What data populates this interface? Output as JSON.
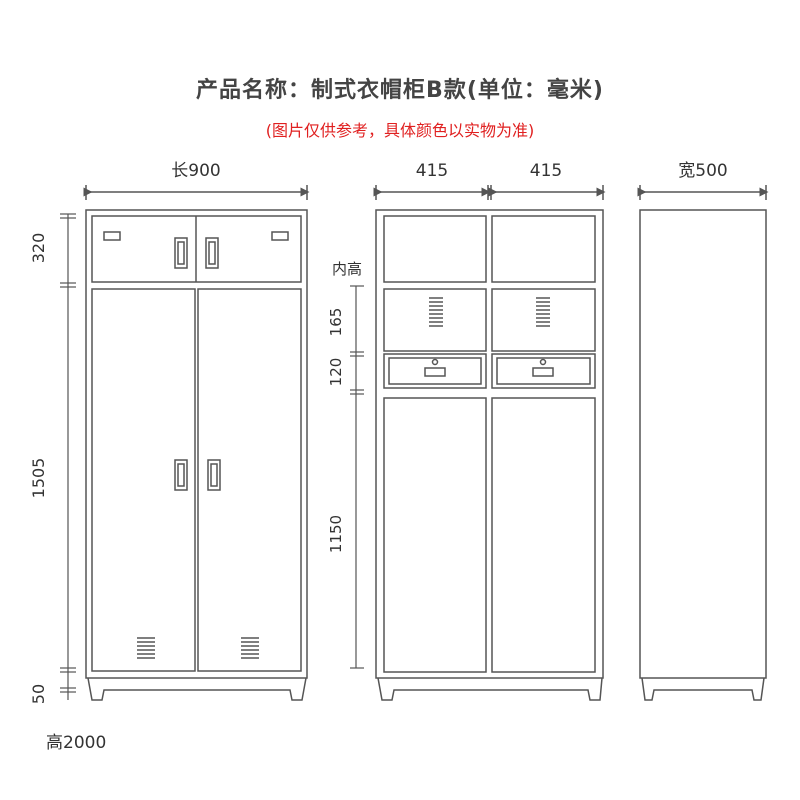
{
  "header": {
    "title": "产品名称：制式衣帽柜B款(单位：毫米)",
    "note": "(图片仅供参考，具体颜色以实物为准)"
  },
  "front_view": {
    "width_label": "长900",
    "height_label": "高2000",
    "dims": {
      "top_section": "320",
      "door_section": "1505",
      "base": "50"
    }
  },
  "interior_view": {
    "left_width": "415",
    "right_width": "415",
    "inner_height_label": "内高",
    "dims": {
      "shelf": "165",
      "drawer": "120",
      "hanging": "1150"
    }
  },
  "side_view": {
    "depth_label": "宽500"
  },
  "colors": {
    "line": "#555555",
    "title": "#444444",
    "note": "#e02020"
  }
}
